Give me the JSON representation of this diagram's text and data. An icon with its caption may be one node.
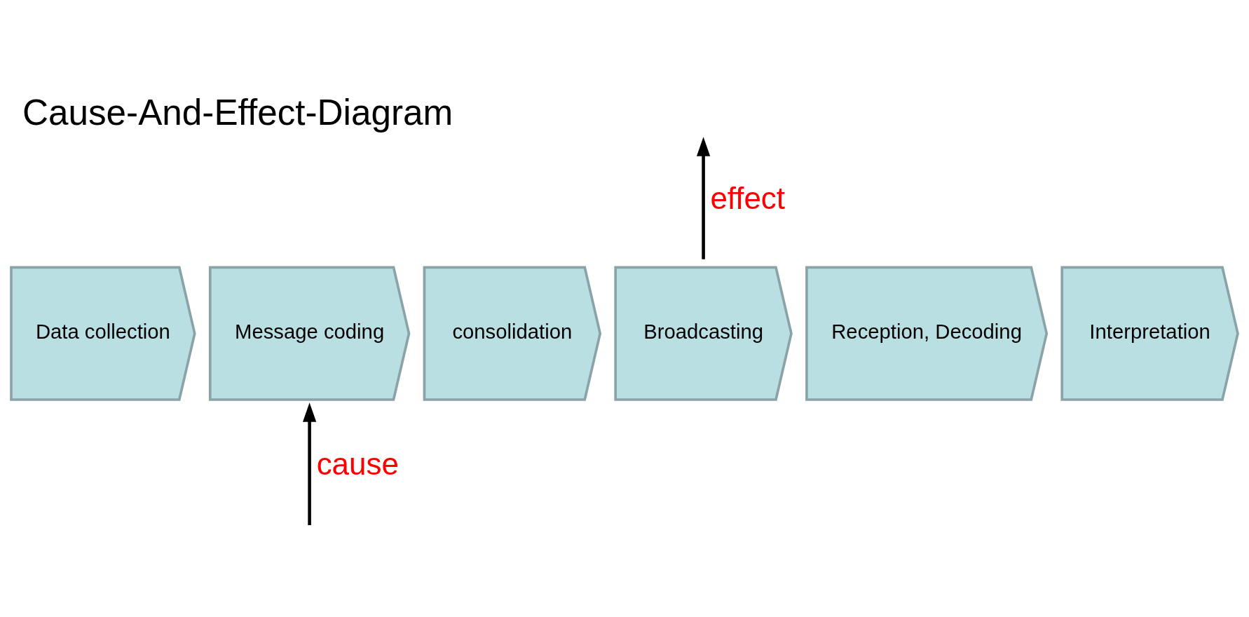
{
  "diagram": {
    "title": "Cause-And-Effect-Diagram",
    "nodes": [
      {
        "text": [
          "Data collection"
        ]
      },
      {
        "text": [
          "Message coding"
        ]
      },
      {
        "text": [
          "consolidation"
        ]
      },
      {
        "text": [
          "Broadcasting"
        ]
      },
      {
        "text": [
          "Reception, Decoding"
        ]
      },
      {
        "text": [
          "Interpretation"
        ]
      }
    ],
    "edges": [
      {
        "from": null,
        "to": 1,
        "arrow": "to",
        "label": "cause"
      },
      {
        "from": 3,
        "to": null,
        "arrow": "to",
        "label": "effect"
      }
    ]
  }
}
